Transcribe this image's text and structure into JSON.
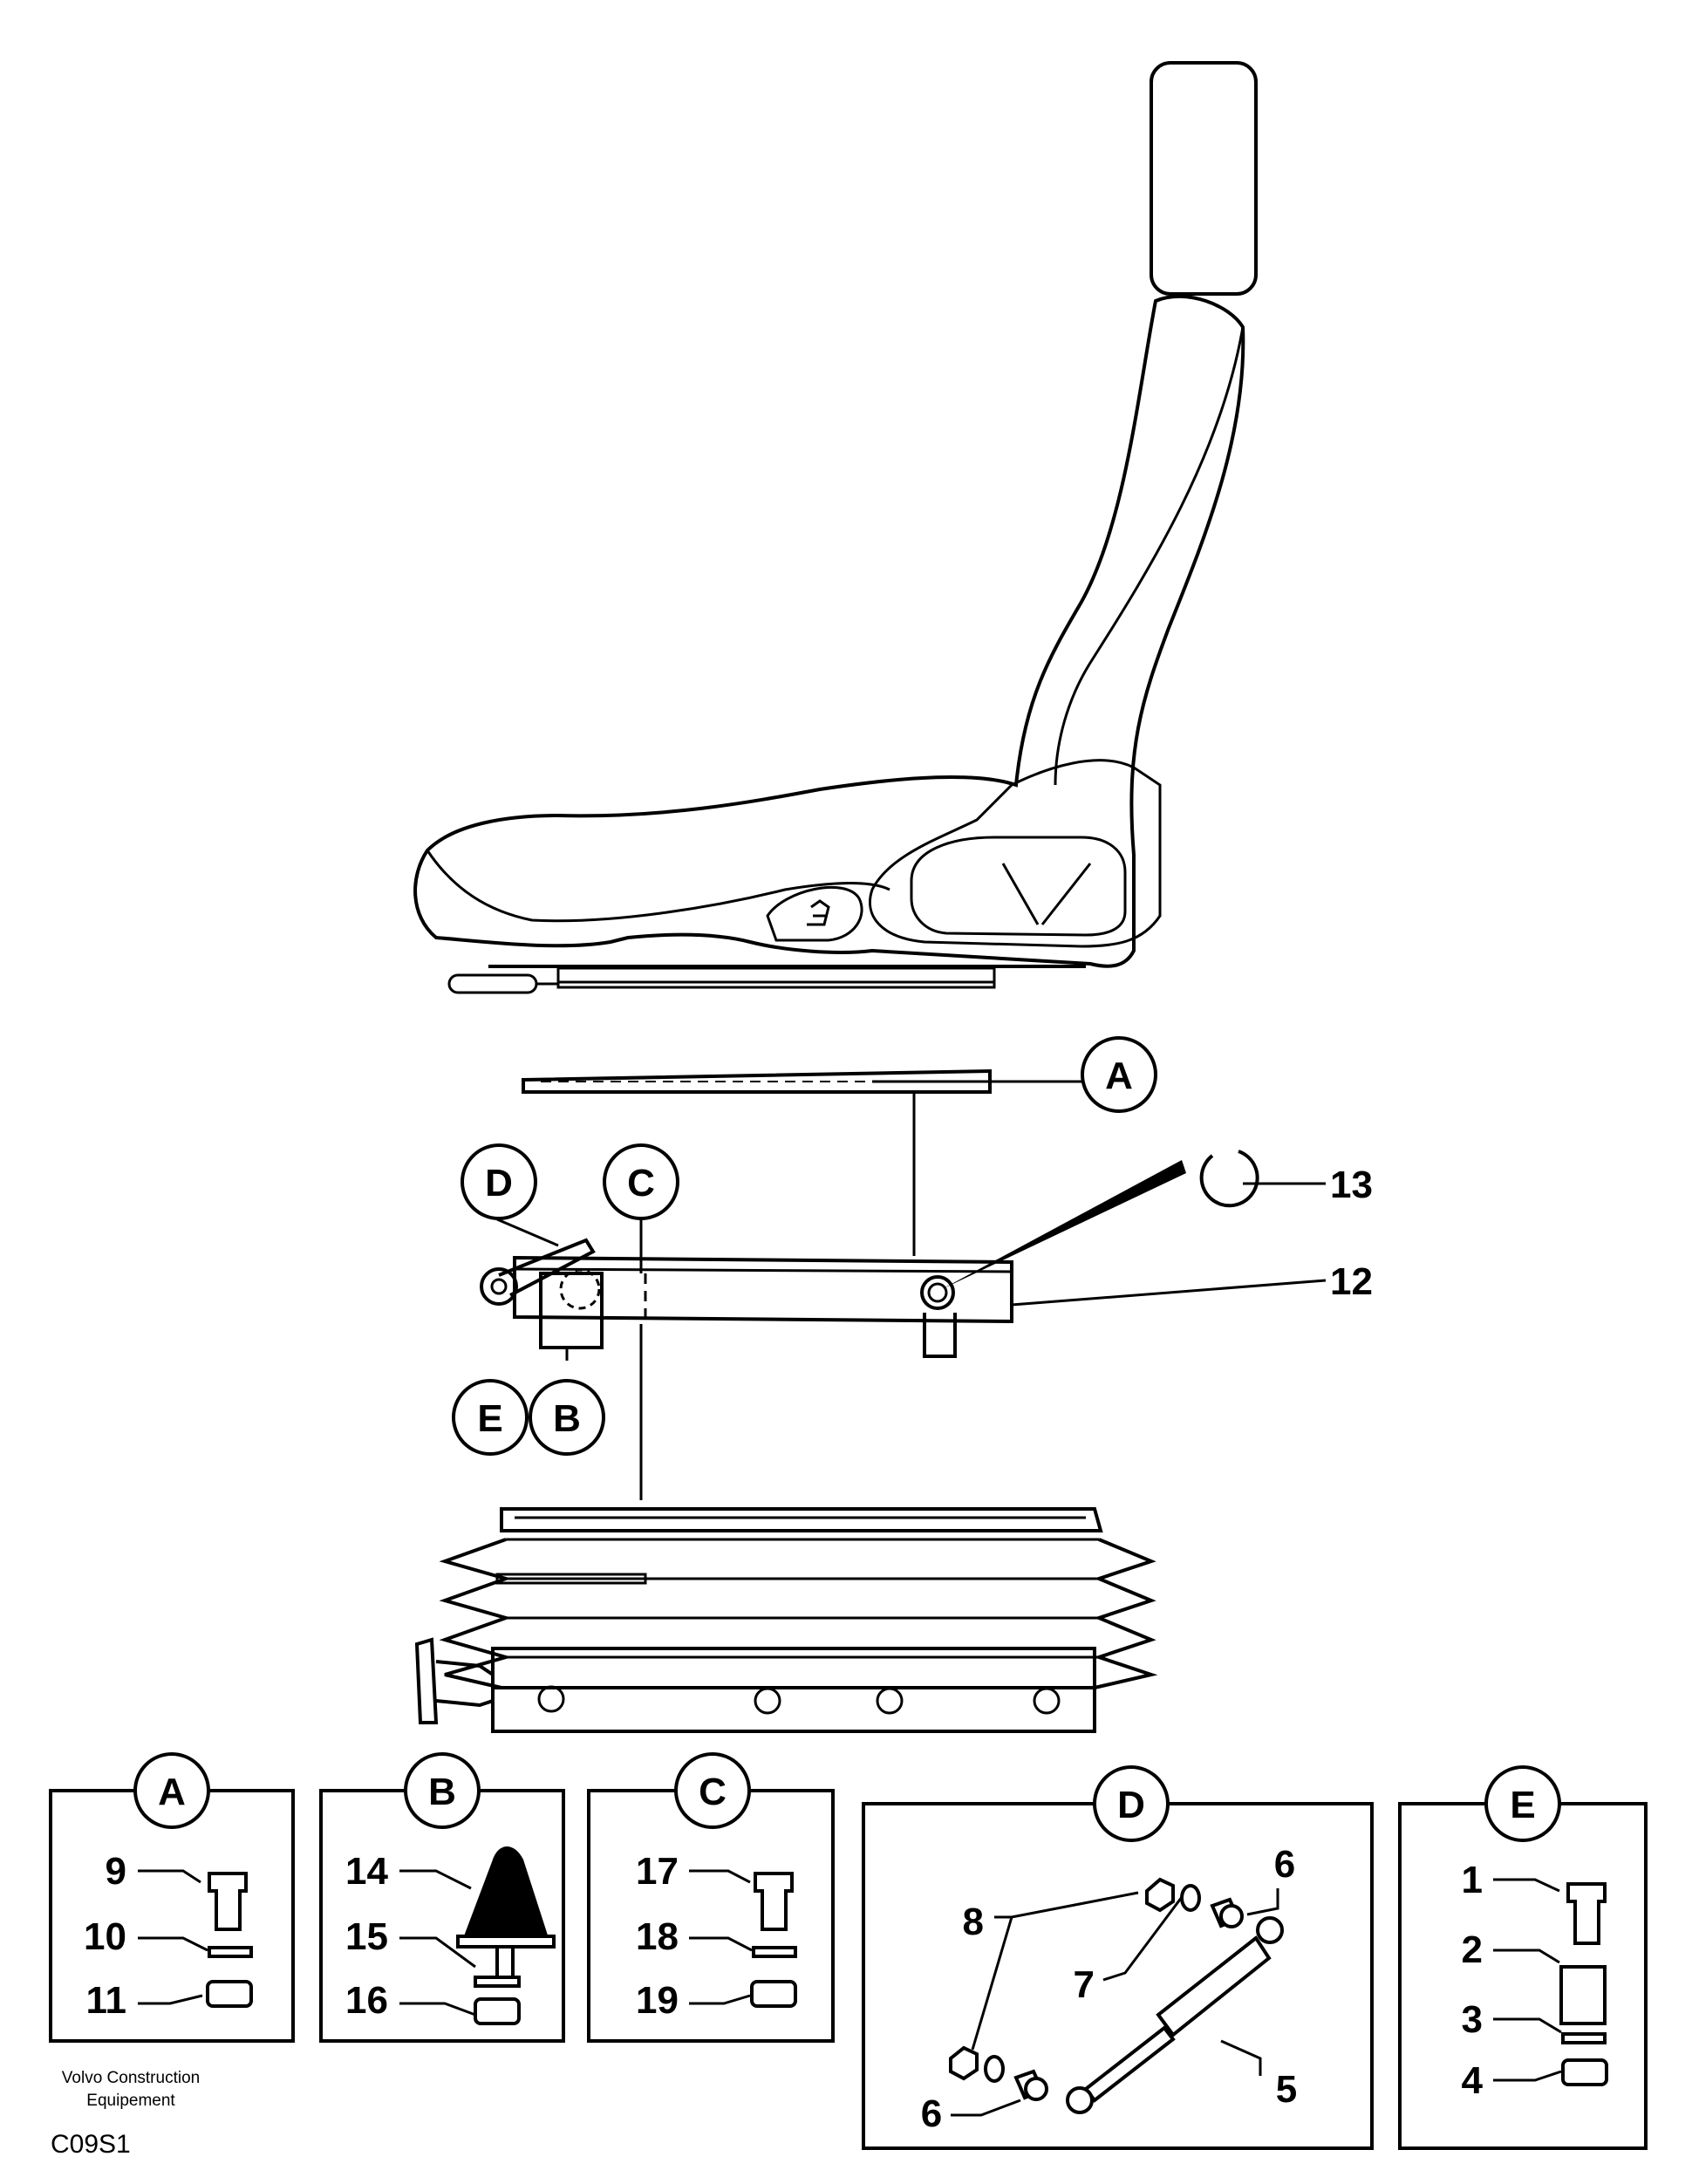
{
  "callouts": {
    "A": "A",
    "B": "B",
    "C": "C",
    "D": "D",
    "E": "E"
  },
  "main_labels": {
    "p12": "12",
    "p13": "13"
  },
  "panels": {
    "A": {
      "title": "A",
      "items": [
        "9",
        "10",
        "11"
      ]
    },
    "B": {
      "title": "B",
      "items": [
        "14",
        "15",
        "16"
      ]
    },
    "C": {
      "title": "C",
      "items": [
        "17",
        "18",
        "19"
      ]
    },
    "D": {
      "title": "D",
      "items": [
        "8",
        "7",
        "6",
        "6",
        "5"
      ]
    },
    "E": {
      "title": "E",
      "items": [
        "1",
        "2",
        "3",
        "4"
      ]
    }
  },
  "footer": {
    "brand_line1": "Volvo Construction",
    "brand_line2": "Equipement",
    "code": "C09S1"
  }
}
